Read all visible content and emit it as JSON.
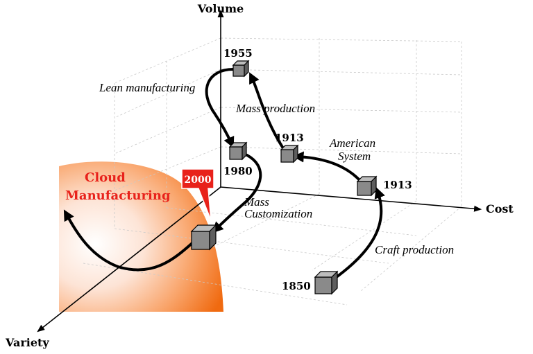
{
  "axes": {
    "volume": "Volume",
    "cost": "Cost",
    "variety": "Variety"
  },
  "paradigms": {
    "cloud": {
      "line1": "Cloud",
      "line2": "Manufacturing"
    },
    "lean": "Lean manufacturing",
    "mass_production": "Mass production",
    "american": {
      "line1": "American",
      "line2": "System"
    },
    "mass_customization": {
      "line1": "Mass",
      "line2": "Customization"
    },
    "craft": "Craft production"
  },
  "years": {
    "y1850": "1850",
    "y1913_cost": "1913",
    "y1913_american": "1913",
    "y1955": "1955",
    "y1980": "1980",
    "y2000": "2000"
  },
  "colors": {
    "cloud_text": "#e8221b",
    "callout": "#e8221b",
    "cube": "#8a8a8a"
  }
}
